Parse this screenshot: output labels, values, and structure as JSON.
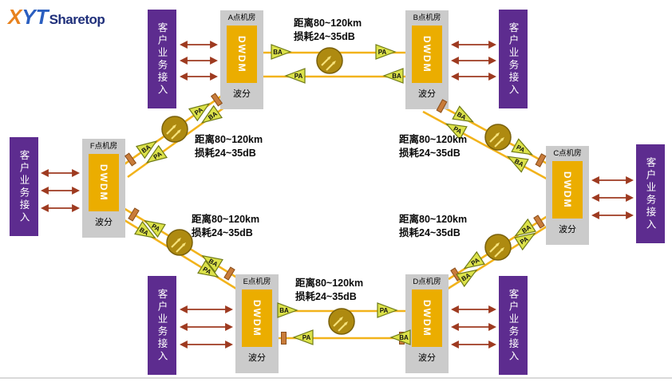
{
  "logo": {
    "brand_mark": "XYT",
    "brand_name": "Sharetop"
  },
  "labels": {
    "dwdm": "DWDM",
    "wavelength_division": "波分",
    "customer_access": "客户业务接入",
    "ba": "BA",
    "pa": "PA"
  },
  "stations": [
    {
      "title": "A点机房"
    },
    {
      "title": "B点机房"
    },
    {
      "title": "C点机房"
    },
    {
      "title": "D点机房"
    },
    {
      "title": "E点机房"
    },
    {
      "title": "F点机房"
    }
  ],
  "segments": [
    {
      "route": "A-B",
      "distance": "距离80~120km",
      "loss": "损耗24~35dB"
    },
    {
      "route": "B-C",
      "distance": "距离80~120km",
      "loss": "损耗24~35dB"
    },
    {
      "route": "C-D",
      "distance": "距离80~120km",
      "loss": "损耗24~35dB"
    },
    {
      "route": "D-E",
      "distance": "距离80~120km",
      "loss": "损耗24~35dB"
    },
    {
      "route": "E-F",
      "distance": "距离80~120km",
      "loss": "损耗24~35dB"
    },
    {
      "route": "F-A",
      "distance": "距离80~120km",
      "loss": "损耗24~35dB"
    }
  ],
  "colors": {
    "line_yellow": "#F2B31B",
    "dwdm_box": "#EBAD00",
    "station_panel": "#CBCBCB",
    "client_purple": "#5D2C8F",
    "amp_fill": "#DCE24A",
    "fiber_coil": "#AE8A10",
    "connector": "#C97C3A",
    "client_arrow": "#9E3A20"
  }
}
